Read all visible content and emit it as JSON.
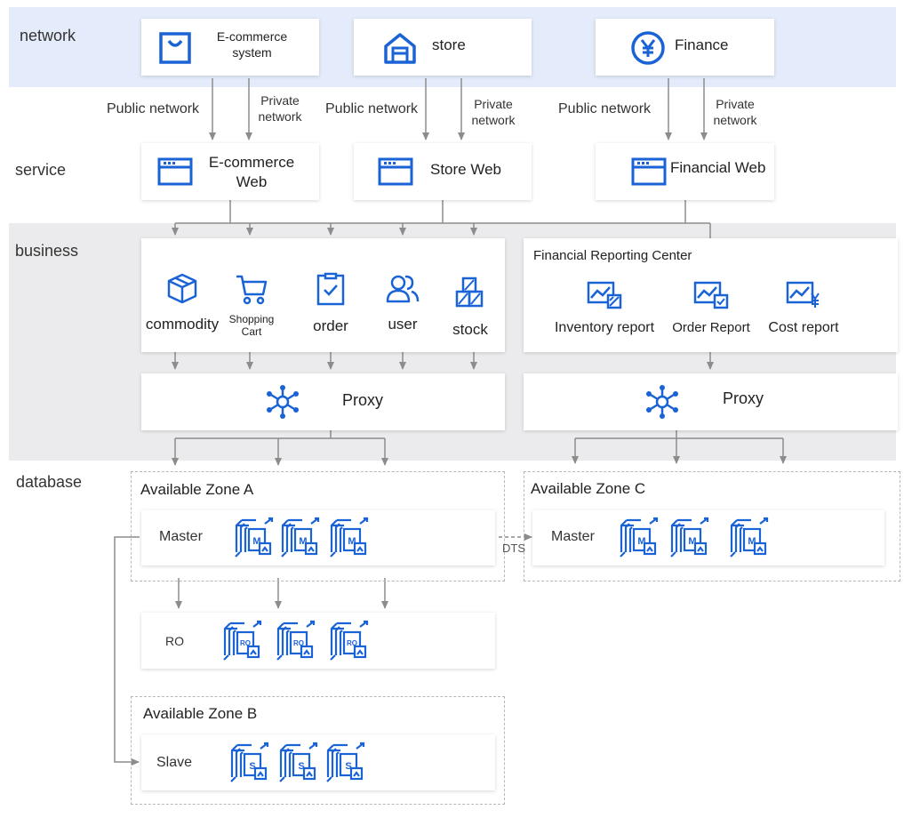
{
  "layers": {
    "network": "network",
    "service": "service",
    "business": "business",
    "database": "database"
  },
  "network_systems": {
    "ecommerce": "E-commerce system",
    "store": "store",
    "finance": "Finance"
  },
  "connection_labels": {
    "public": "Public network",
    "private": "Private network"
  },
  "services": {
    "ecommerce_web": "E-commerce Web",
    "store_web": "Store Web",
    "financial_web": "Financial Web"
  },
  "business_modules": [
    {
      "label": "commodity",
      "icon": "box-icon"
    },
    {
      "label": "Shopping Cart",
      "icon": "shopping-cart-icon"
    },
    {
      "label": "order",
      "icon": "order-icon"
    },
    {
      "label": "user",
      "icon": "users-icon"
    },
    {
      "label": "stock",
      "icon": "stock-icon"
    }
  ],
  "reporting": {
    "title": "Financial Reporting Center",
    "reports": [
      {
        "label": "Inventory report",
        "icon": "inventory-report-icon"
      },
      {
        "label": "Order Report",
        "icon": "order-report-icon"
      },
      {
        "label": "Cost report",
        "icon": "cost-report-icon"
      }
    ]
  },
  "proxy": {
    "left": "Proxy",
    "right": "Proxy"
  },
  "database": {
    "zone_a": {
      "title": "Available Zone A",
      "master": "Master"
    },
    "ro": "RO",
    "zone_b": {
      "title": "Available Zone B",
      "slave": "Slave"
    },
    "zone_c": {
      "title": "Available Zone C",
      "master": "Master"
    },
    "dts": "DTS",
    "instance_badges": {
      "master": "M",
      "ro": "RO",
      "slave": "S"
    }
  },
  "colors": {
    "accent": "#1a63d6",
    "network_band": "#e4ecfb",
    "business_band": "#ebebed",
    "arrow": "#8c8c8c"
  }
}
